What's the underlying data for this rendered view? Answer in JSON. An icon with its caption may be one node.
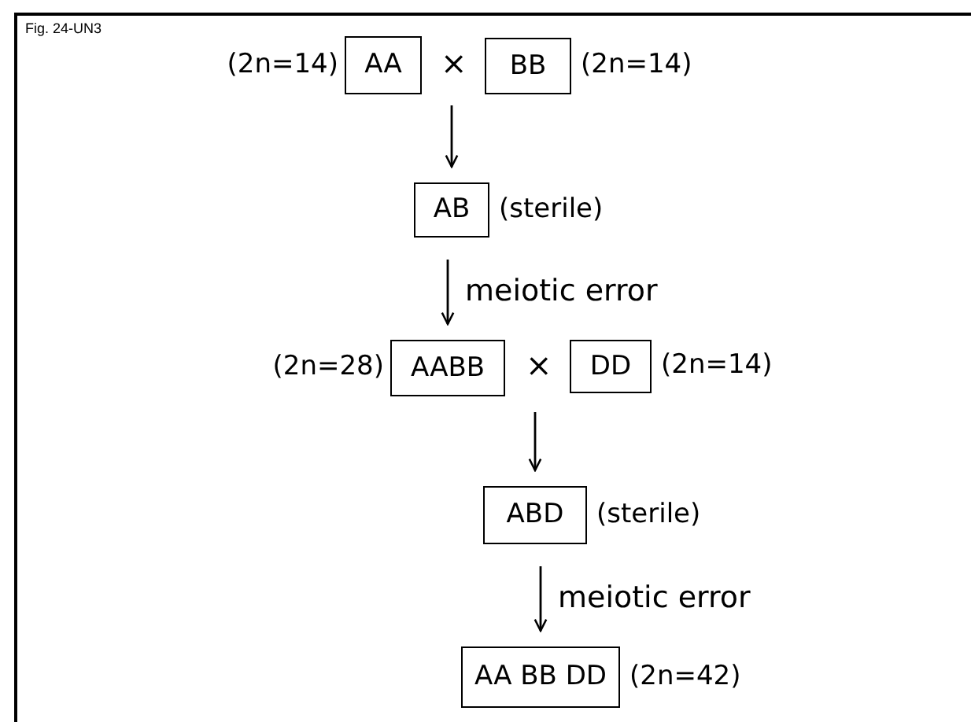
{
  "diagram": {
    "nodes": [
      {
        "text": [
          "AA"
        ],
        "beside": [
          "(2n=14)"
        ]
      },
      {
        "text": [
          "BB"
        ],
        "beside": [
          "(2n=14)"
        ]
      },
      {
        "text": [
          "AB"
        ],
        "beside": [
          "(sterile)"
        ]
      },
      {
        "text": [
          "AABB"
        ],
        "beside": [
          "(2n=28)"
        ]
      },
      {
        "text": [
          "DD"
        ],
        "beside": [
          "(2n=14)"
        ]
      },
      {
        "text": [
          "ABD"
        ],
        "beside": [
          "(sterile)"
        ]
      },
      {
        "text": [
          "AA BB DD"
        ],
        "beside": [
          "(2n=42)"
        ]
      }
    ],
    "edges": [
      {
        "from": null,
        "to": 2,
        "arrow": "to"
      },
      {
        "from": 2,
        "to": 3,
        "arrow": "to",
        "label": "meiotic error"
      },
      {
        "from": null,
        "to": 5,
        "arrow": "to"
      },
      {
        "from": 5,
        "to": 6,
        "arrow": "to",
        "label": "meiotic error"
      }
    ],
    "labels": [
      "Fig. 24-UN3",
      "×",
      "×"
    ]
  }
}
